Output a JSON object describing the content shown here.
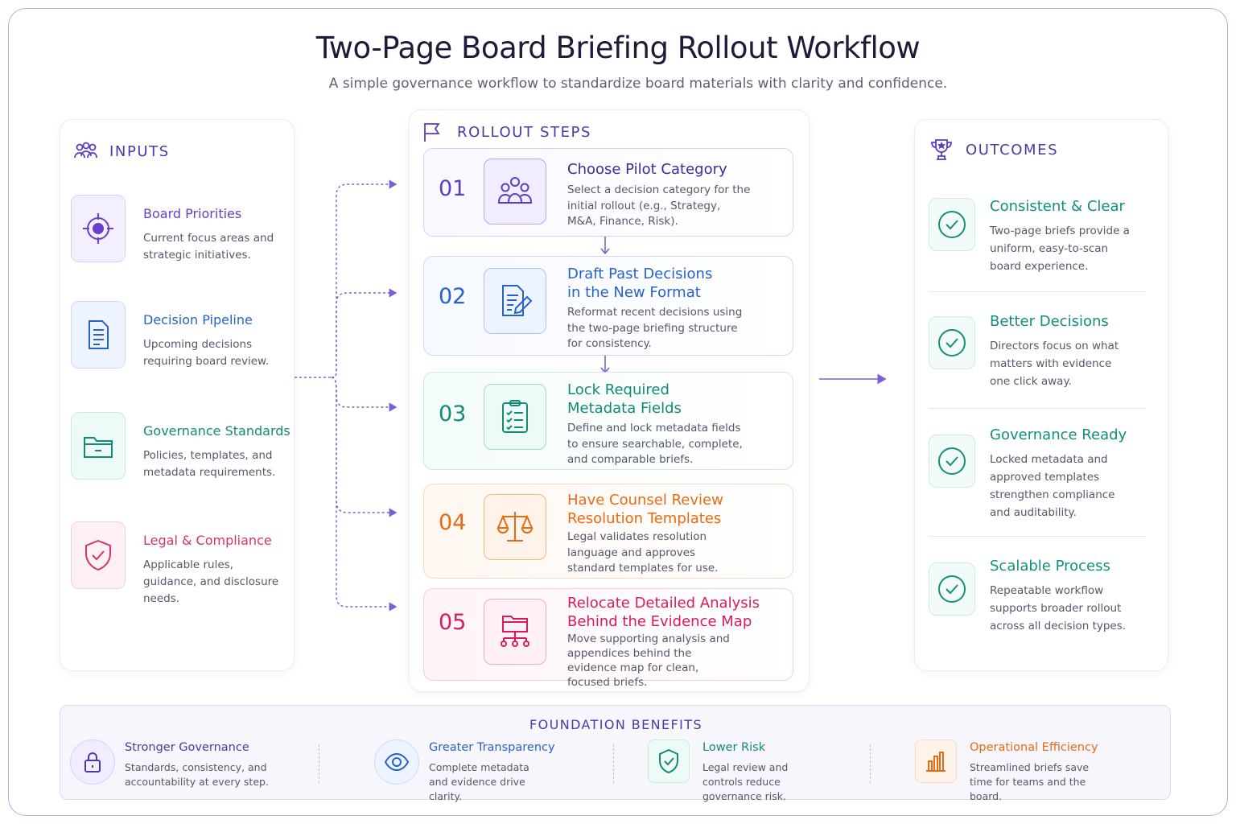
{
  "title": "Two-Page Board Briefing Rollout Workflow",
  "subtitle": "A simple governance workflow to standardize board materials with clarity and confidence.",
  "inputs": {
    "heading": "INPUTS",
    "items": [
      {
        "title": "Board Priorities",
        "desc": "Current focus areas and strategic initiatives.",
        "color": "#6a3fc9",
        "icon": "target-icon"
      },
      {
        "title": "Decision Pipeline",
        "desc": "Upcoming decisions requiring board review.",
        "color": "#2563c9",
        "icon": "document-icon"
      },
      {
        "title": "Governance Standards",
        "desc": "Policies, templates, and metadata requirements.",
        "color": "#128a78",
        "icon": "folder-icon"
      },
      {
        "title": "Legal & Compliance",
        "desc": "Applicable rules, guidance, and disclosure needs.",
        "color": "#d6336c",
        "icon": "shield-check-icon"
      }
    ]
  },
  "steps": {
    "heading": "ROLLOUT STEPS",
    "items": [
      {
        "num": "01",
        "title": "Choose Pilot Category",
        "desc": "Select a decision category for the initial rollout (e.g., Strategy, M&A, Finance, Risk).",
        "color": "#5b3cc4",
        "icon": "people-icon"
      },
      {
        "num": "02",
        "title": "Draft Past Decisions in the New Format",
        "desc": "Reformat recent decisions using the two-page briefing structure for consistency.",
        "color": "#2563c9",
        "icon": "document-edit-icon"
      },
      {
        "num": "03",
        "title": "Lock Required Metadata Fields",
        "desc": "Define and lock metadata fields to ensure searchable, complete, and comparable briefs.",
        "color": "#128a78",
        "icon": "clipboard-checklist-icon"
      },
      {
        "num": "04",
        "title": "Have Counsel Review Resolution Templates",
        "desc": "Legal validates resolution language and approves standard templates for use.",
        "color": "#ea6a12",
        "icon": "scales-icon"
      },
      {
        "num": "05",
        "title": "Relocate Detailed Analysis Behind the Evidence Map",
        "desc": "Move supporting analysis and appendices behind the evidence map for clean, focused briefs.",
        "color": "#d81b60",
        "icon": "folder-tree-icon"
      }
    ]
  },
  "outcomes": {
    "heading": "OUTCOMES",
    "items": [
      {
        "title": "Consistent & Clear",
        "desc": "Two-page briefs provide a uniform, easy-to-scan board experience."
      },
      {
        "title": "Better Decisions",
        "desc": "Directors focus on what matters with evidence one click away."
      },
      {
        "title": "Governance Ready",
        "desc": "Locked metadata and approved templates strengthen compliance and auditability."
      },
      {
        "title": "Scalable Process",
        "desc": "Repeatable workflow supports broader rollout across all decision types."
      }
    ]
  },
  "foundation": {
    "heading": "FOUNDATION BENEFITS",
    "items": [
      {
        "title": "Stronger Governance",
        "desc": "Standards, consistency, and accountability at every step.",
        "color": "#4a3aa8",
        "icon": "lock-icon"
      },
      {
        "title": "Greater Transparency",
        "desc": "Complete metadata and evidence drive clarity.",
        "color": "#2563c9",
        "icon": "eye-icon"
      },
      {
        "title": "Lower Risk",
        "desc": "Legal review and controls reduce governance risk.",
        "color": "#128a78",
        "icon": "shield-icon"
      },
      {
        "title": "Operational Efficiency",
        "desc": "Streamlined briefs save time for teams and the board.",
        "color": "#ea6a12",
        "icon": "bar-chart-icon"
      }
    ]
  }
}
